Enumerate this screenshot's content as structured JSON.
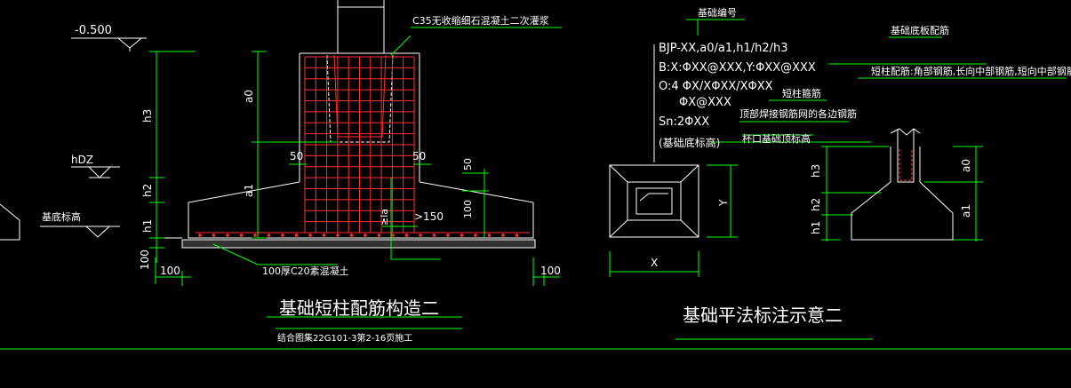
{
  "colors": {
    "background": "#000000",
    "line_white": "#ffffff",
    "dimension_green": "#00ff00",
    "rebar_red": "#ff3030"
  },
  "left_detail": {
    "title": "基础短柱配筋构造二",
    "subtitle": "结合图集22G101-3第2-16页施工",
    "elev_top": "-0.500",
    "elev_hdz": "hDZ",
    "elev_base": "基底标高",
    "concrete_note": "C35无收缩细石混凝土二次灌浆",
    "bedding_note": "100厚C20素混凝土",
    "dims": {
      "a0": "a0",
      "h3": "h3",
      "h2": "h2",
      "h1": "h1",
      "a1": "a1",
      "d50_left": "50",
      "d50_right": "50",
      "d50_small": "50",
      "d100_vert": "100",
      "la": "≥la",
      "g150": ">150",
      "d100_bottom_left": "100",
      "d100_bottom_mid": "100",
      "d100_bottom_right": "100"
    }
  },
  "right_detail": {
    "title": "基础平法标注示意二",
    "code_label": "基础编号",
    "line1": "BJP-XX,a0/a1,h1/h2/h3",
    "line2": "B:X:ΦXX@XXX,Y:ΦXX@XXX",
    "line3": "O:4 ΦX/XΦXX/XΦXX",
    "line4": "ΦX@XXX",
    "line5": "Sn:2ΦXX",
    "line6": "(基础底标高)",
    "note_bottom_rebar": "基础底板配筋",
    "note_column_rebar": "短柱配筋:角部钢筋,长向中部钢筋,短向中部钢筋",
    "note_stirrup": "短柱箍筋",
    "note_top_mesh": "顶部焊接钢筋网的各边钢筋",
    "note_cup_top": "杯口基础顶标高",
    "plan_x": "X",
    "plan_y": "Y",
    "sec_h3": "h3",
    "sec_h2": "h2",
    "sec_h1": "h1",
    "sec_a0": "a0",
    "sec_a1": "a1"
  }
}
